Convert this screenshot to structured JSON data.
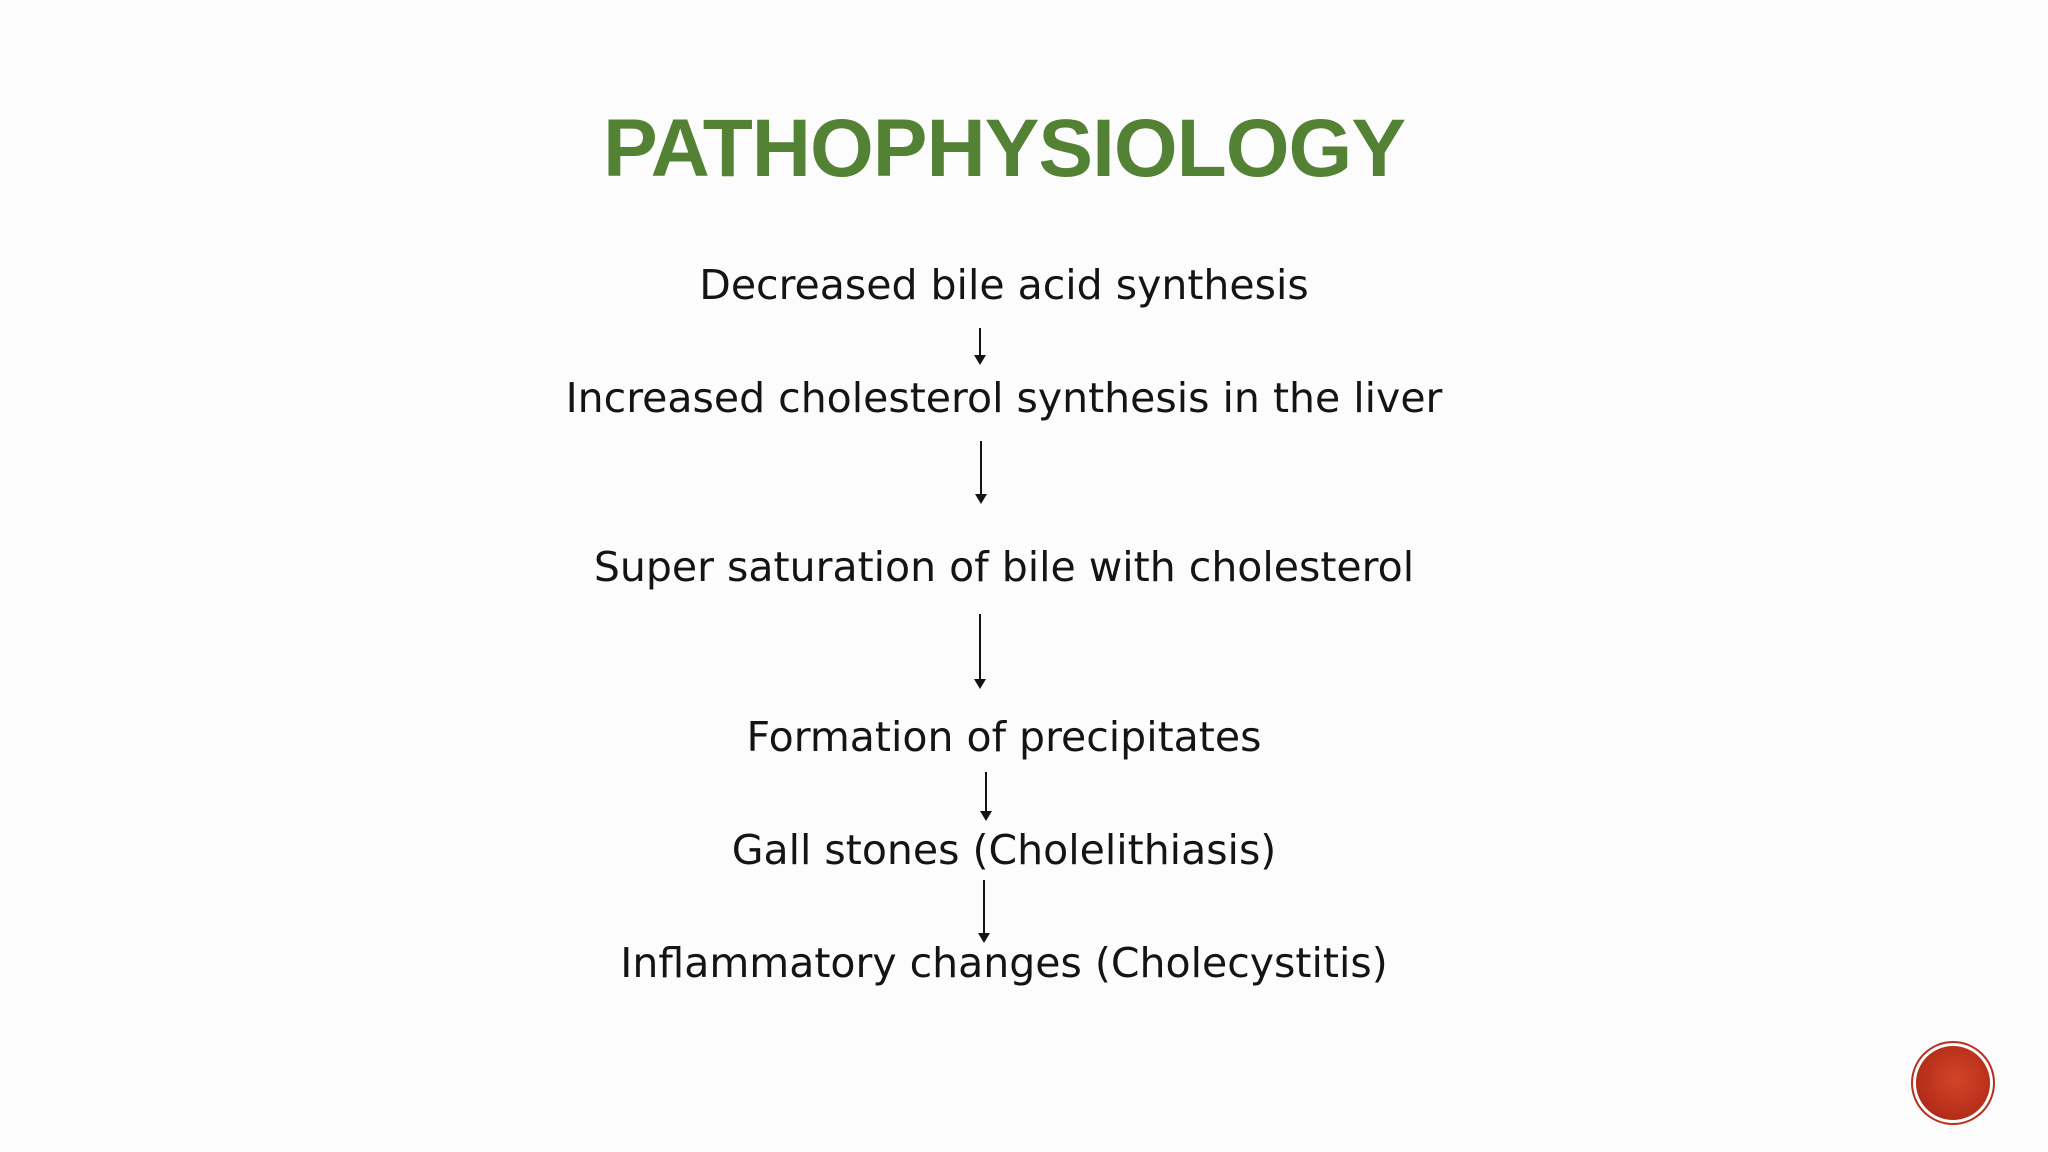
{
  "slide": {
    "title": "PATHOPHYSIOLOGY",
    "title_color": "#548235",
    "text_color": "#141414",
    "badge_color": "#b8301b",
    "steps": [
      "Decreased bile acid synthesis",
      "Increased cholesterol synthesis in the liver",
      "Super saturation of bile with cholesterol",
      "Formation of precipitates",
      "Gall stones (Cholelithiasis)",
      "Inflammatory changes (Cholecystitis)"
    ],
    "connector_icon": "down-arrow-icon"
  }
}
